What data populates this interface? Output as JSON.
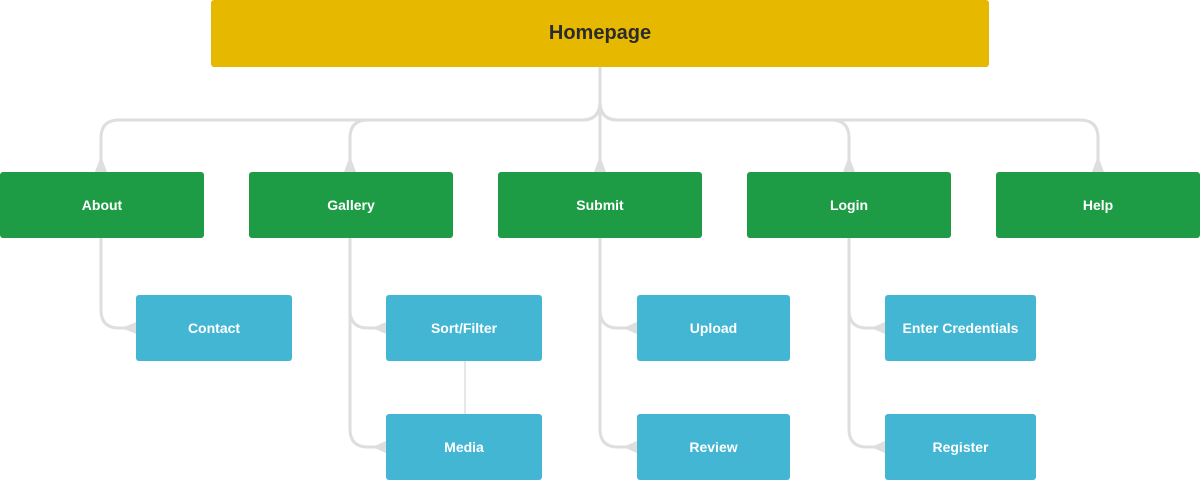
{
  "colors": {
    "root_fill": "#e6b800",
    "level1_fill": "#1d9c45",
    "level2_fill": "#42b6d3",
    "connector": "#dedede",
    "thin_link": "#cfcfcf"
  },
  "root": {
    "label": "Homepage"
  },
  "sections": [
    {
      "label": "About",
      "children": [
        "Contact"
      ]
    },
    {
      "label": "Gallery",
      "children": [
        "Sort/Filter",
        "Media"
      ]
    },
    {
      "label": "Submit",
      "children": [
        "Upload",
        "Review"
      ]
    },
    {
      "label": "Login",
      "children": [
        "Enter Credentials",
        "Register"
      ]
    },
    {
      "label": "Help",
      "children": []
    }
  ]
}
